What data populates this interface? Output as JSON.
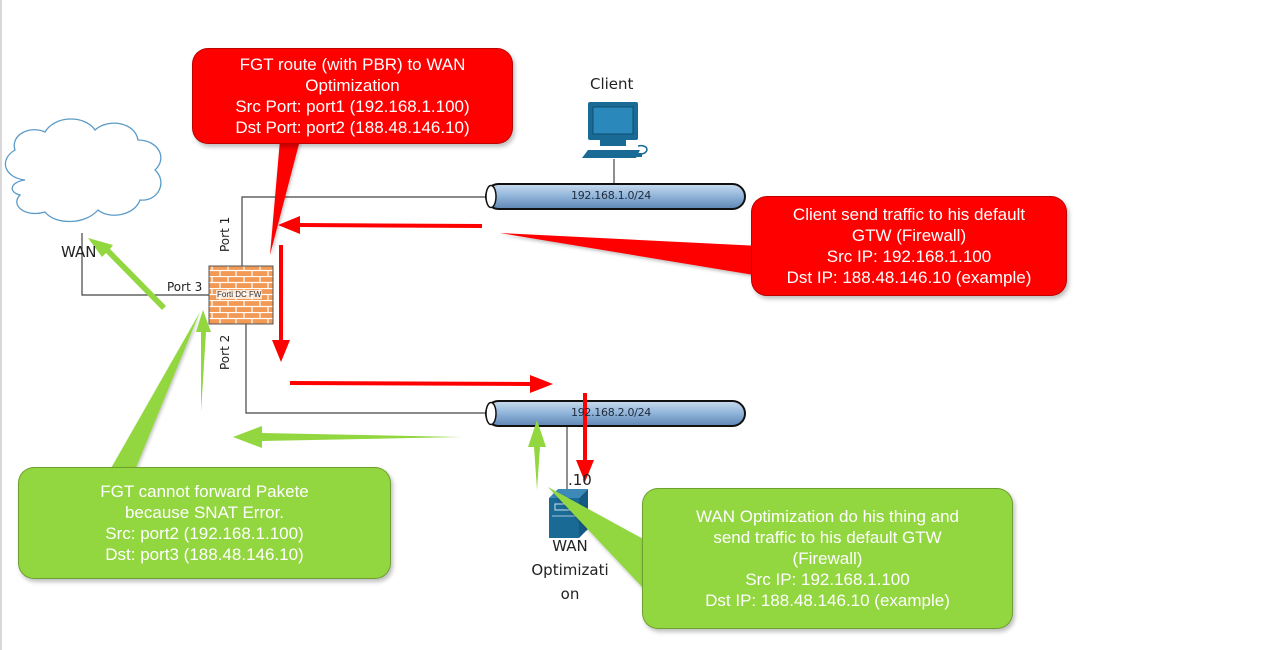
{
  "diagram": {
    "nodes": {
      "wan_cloud": {
        "label": "WAN"
      },
      "firewall": {
        "label": "Forti DC FW"
      },
      "client": {
        "label": "Client"
      },
      "wan_optimization": {
        "label_lines": [
          "WAN",
          "Optimizati",
          "on"
        ],
        "address_suffix": ".10"
      }
    },
    "ports": {
      "port1": "Port 1",
      "port2": "Port 2",
      "port3": "Port 3"
    },
    "networks": {
      "lan_client": "192.168.1.0/24",
      "lan_wanopt": "192.168.2.0/24"
    },
    "callouts": {
      "fgt_route": {
        "color": "#ff0000",
        "lines": [
          "FGT route (with PBR) to WAN",
          "Optimization",
          "Src Port: port1 (192.168.1.100)",
          "Dst Port: port2 (188.48.146.10)"
        ]
      },
      "client_send": {
        "color": "#ff0000",
        "lines": [
          "Client send traffic to his default",
          "GTW (Firewall)",
          "Src IP: 192.168.1.100",
          "Dst IP: 188.48.146.10 (example)"
        ]
      },
      "fgt_error": {
        "color": "#92d640",
        "lines": [
          "FGT cannot forward Pakete",
          "because SNAT Error.",
          "Src: port2 (192.168.1.100)",
          "Dst: port3 (188.48.146.10)"
        ]
      },
      "wanopt_send": {
        "color": "#92d640",
        "lines": [
          "WAN Optimization do his thing and",
          "send traffic to his default GTW",
          "(Firewall)",
          "Src IP: 192.168.1.100",
          "Dst IP: 188.48.146.10 (example)"
        ]
      }
    },
    "colors": {
      "forward_path": "#ff0000",
      "return_path": "#92d640",
      "firewall": "#f4a460",
      "network_tube": "#8fb3d9",
      "device": "#1a6a96"
    }
  }
}
